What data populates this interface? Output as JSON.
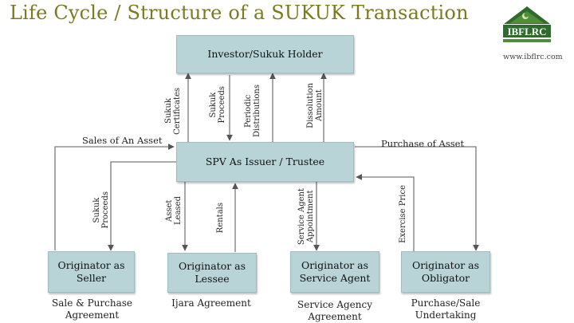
{
  "title": "Life Cycle / Structure of a SUKUK Transaction",
  "logo": {
    "text": "IBFLRC",
    "url": "www.ibflrc.com",
    "color": "#2e6b2c"
  },
  "colors": {
    "box": "#b9d4d6",
    "title": "#7c7a1e",
    "line": "#7a7a7a"
  },
  "boxes": {
    "investor": "Investor/Sukuk Holder",
    "spv": "SPV As Issuer / Trustee",
    "seller": "Originator as\nSeller",
    "lessee": "Originator as\nLessee",
    "service_agent": "Originator as\nService Agent",
    "obligator": "Originator as\nObligator"
  },
  "flows": {
    "sukuk_certificates": "Sukuk\nCertificates",
    "sukuk_proceeds_top": "Sukuk\nProceeds",
    "periodic_distributions": "Periodic\nDistributions",
    "dissolution_amount": "Dissolution\nAmount",
    "sales_of_asset": "Sales of An Asset",
    "purchase_of_asset": "Purchase of Asset",
    "sukuk_proceeds_bottom": "Sukuk\nProceeds",
    "asset_leased": "Asset\nLeased",
    "rentals": "Rentals",
    "service_agent_appointment": "Service Agent\nAppointment",
    "exercise_price": "Exercise Price"
  },
  "captions": {
    "seller": "Sale & Purchase\nAgreement",
    "lessee": "Ijara Agreement",
    "service_agent": "Service Agency\nAgreement",
    "obligator": "Purchase/Sale\nUndertaking"
  }
}
